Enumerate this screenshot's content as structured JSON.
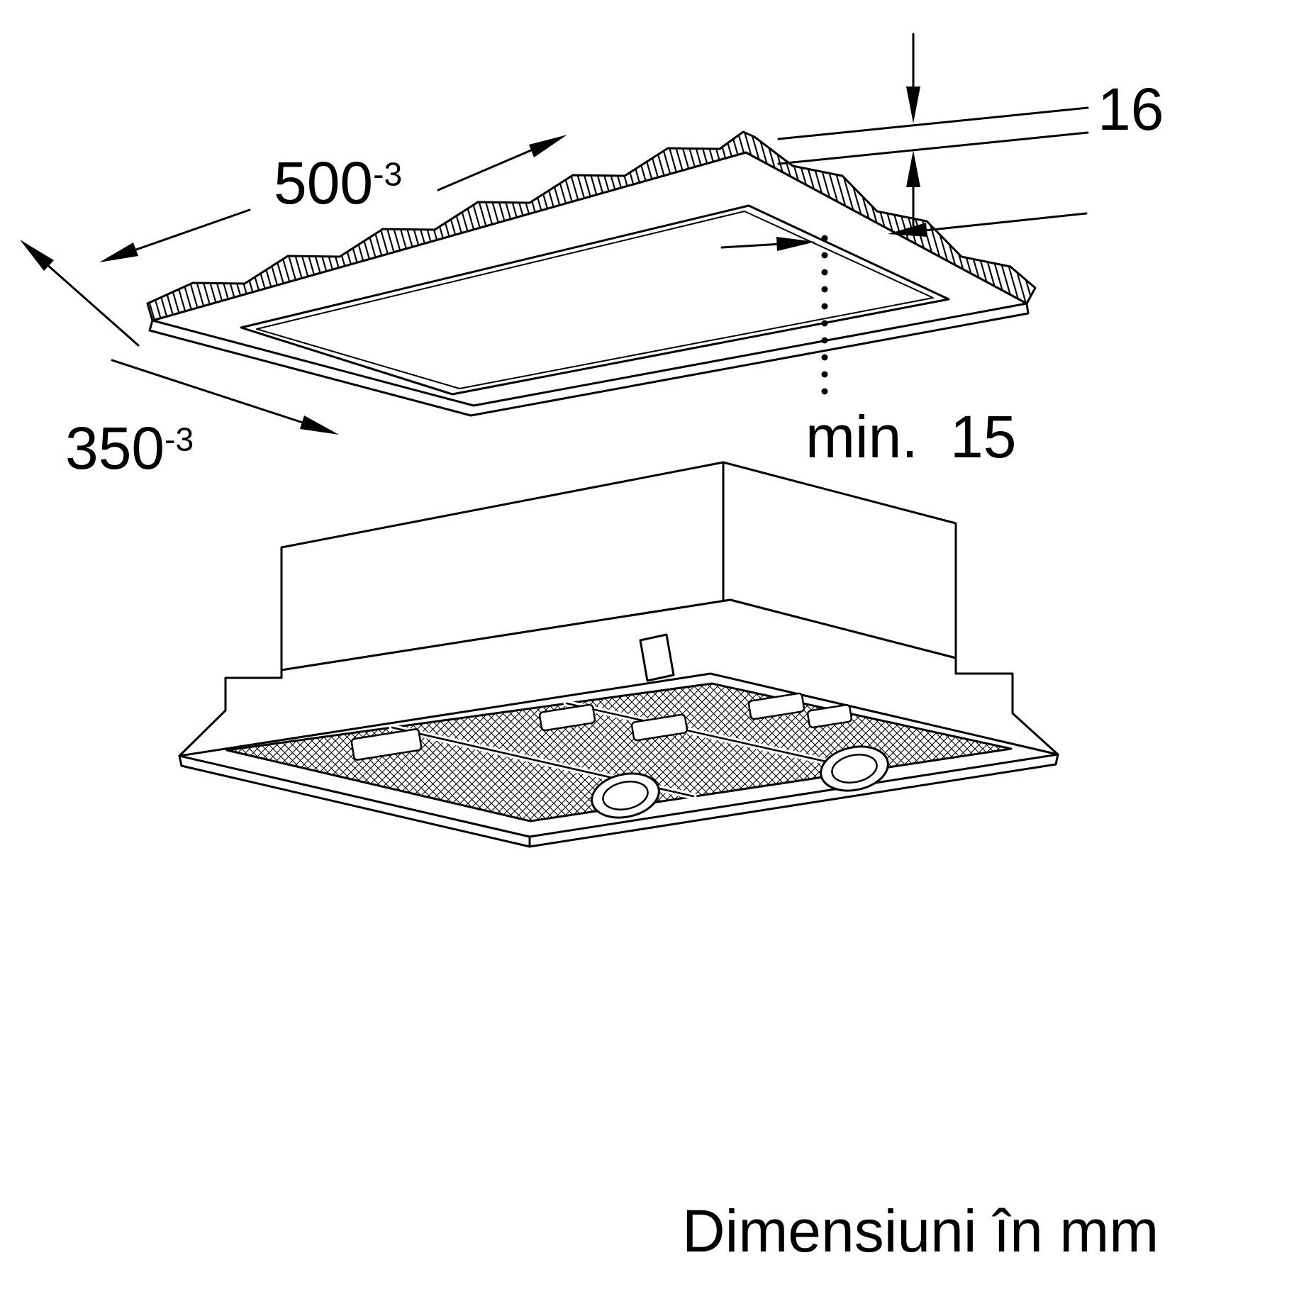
{
  "drawing": {
    "unit_note": "Dimensiuni în mm",
    "dimensions": {
      "cutout_width": {
        "value": "500",
        "tolerance": "-3"
      },
      "cutout_depth": {
        "value": "350",
        "tolerance": "-3"
      },
      "panel_thickness": {
        "value": "16"
      },
      "min_distance": {
        "value": "min. 15"
      }
    },
    "colors": {
      "line": "#000000",
      "background": "#ffffff"
    }
  }
}
